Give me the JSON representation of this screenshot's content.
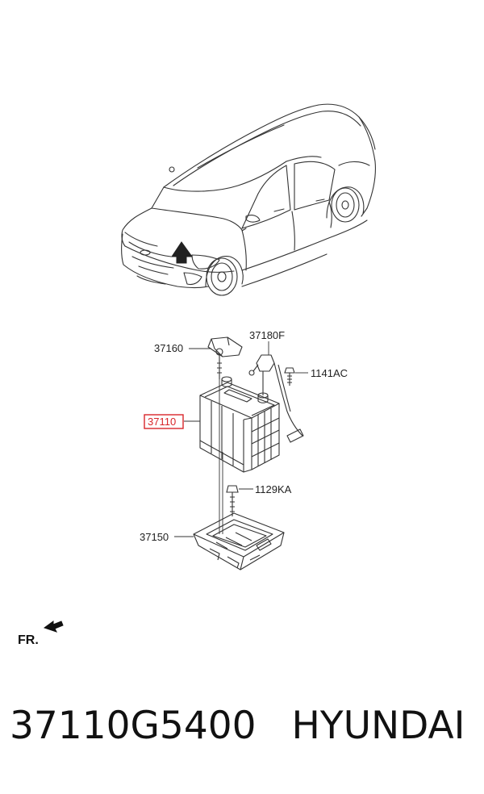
{
  "callouts": {
    "bracket": "37160",
    "cable_neg": "37180F",
    "bolt_a": "1141AC",
    "battery": "37110",
    "bolt_b": "1129KA",
    "tray": "37150"
  },
  "orientation": {
    "label": "FR."
  },
  "caption": {
    "part_number": "37110G5400",
    "brand": "HYUNDAI"
  },
  "colors": {
    "line": "#333333",
    "highlight": "#d8262a",
    "background": "#ffffff"
  }
}
